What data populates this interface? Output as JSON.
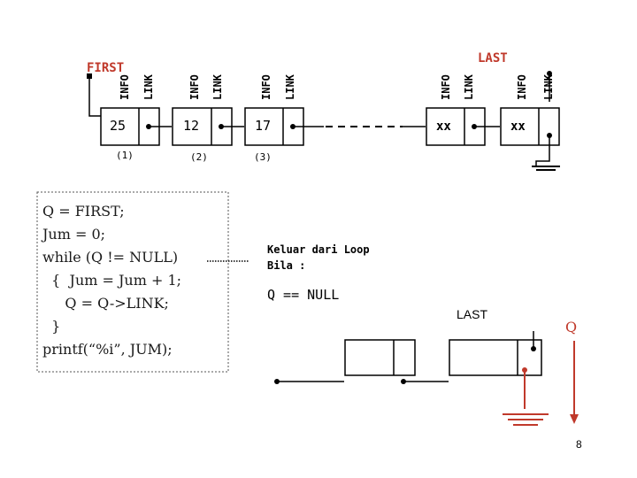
{
  "top_list": {
    "first_label": "FIRST",
    "last_label": "LAST",
    "field_info": "INFO",
    "field_link": "LINK",
    "nodes": [
      {
        "value": "25",
        "index": "(1)"
      },
      {
        "value": "12",
        "index": "(2)"
      },
      {
        "value": "17",
        "index": "(3)"
      },
      {
        "value": "xx"
      },
      {
        "value": "xx"
      }
    ]
  },
  "code": {
    "lines": [
      "Q = FIRST;",
      "Jum = 0;",
      "while (Q != NULL)",
      "  {  Jum = Jum + 1;",
      "     Q = Q->LINK;",
      "  }",
      "printf(“%i”, JUM);"
    ]
  },
  "note": {
    "line1": "Keluar dari Loop",
    "line2": "Bila :",
    "condition": "Q == NULL"
  },
  "bottom_list": {
    "last_label": "LAST",
    "q_label": "Q"
  },
  "page_number": "8",
  "colors": {
    "accent": "#c0392b",
    "line": "#000000"
  }
}
